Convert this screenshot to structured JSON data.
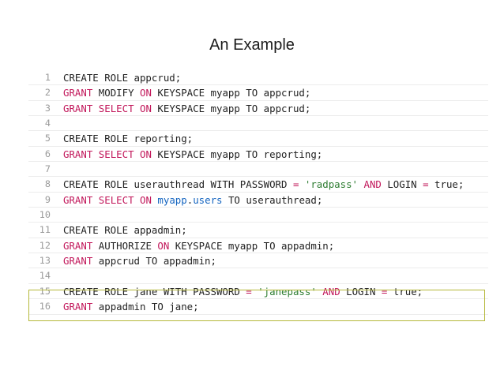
{
  "slide": {
    "title": "An Example"
  },
  "colors": {
    "keyword": "#222222",
    "permission": "#c2185b",
    "string": "#2e7d32",
    "identifier": "#1565c0",
    "highlight_border": "#b5b83a",
    "gutter": "#9a9a9a"
  },
  "code": {
    "highlighted_lines": [
      15,
      16
    ],
    "lines": [
      {
        "num": "1",
        "tokens": [
          {
            "t": "CREATE ROLE appcrud;",
            "k": "plain"
          }
        ]
      },
      {
        "num": "2",
        "tokens": [
          {
            "t": "GRANT",
            "k": "perm"
          },
          {
            "t": " MODIFY ",
            "k": "plain"
          },
          {
            "t": "ON",
            "k": "perm"
          },
          {
            "t": " KEYSPACE myapp TO appcrud;",
            "k": "plain"
          }
        ]
      },
      {
        "num": "3",
        "tokens": [
          {
            "t": "GRANT",
            "k": "perm"
          },
          {
            "t": " ",
            "k": "plain"
          },
          {
            "t": "SELECT",
            "k": "perm"
          },
          {
            "t": " ",
            "k": "plain"
          },
          {
            "t": "ON",
            "k": "perm"
          },
          {
            "t": " KEYSPACE myapp TO appcrud;",
            "k": "plain"
          }
        ]
      },
      {
        "num": "4",
        "tokens": []
      },
      {
        "num": "5",
        "tokens": [
          {
            "t": "CREATE ROLE reporting;",
            "k": "plain"
          }
        ]
      },
      {
        "num": "6",
        "tokens": [
          {
            "t": "GRANT",
            "k": "perm"
          },
          {
            "t": " ",
            "k": "plain"
          },
          {
            "t": "SELECT",
            "k": "perm"
          },
          {
            "t": " ",
            "k": "plain"
          },
          {
            "t": "ON",
            "k": "perm"
          },
          {
            "t": " KEYSPACE myapp TO reporting;",
            "k": "plain"
          }
        ]
      },
      {
        "num": "7",
        "tokens": []
      },
      {
        "num": "8",
        "tokens": [
          {
            "t": "CREATE ROLE userauthread WITH PASSWORD ",
            "k": "plain"
          },
          {
            "t": "=",
            "k": "op"
          },
          {
            "t": " ",
            "k": "plain"
          },
          {
            "t": "'radpass'",
            "k": "str"
          },
          {
            "t": " ",
            "k": "plain"
          },
          {
            "t": "AND",
            "k": "perm"
          },
          {
            "t": " LOGIN ",
            "k": "plain"
          },
          {
            "t": "=",
            "k": "op"
          },
          {
            "t": " true;",
            "k": "plain"
          }
        ]
      },
      {
        "num": "9",
        "tokens": [
          {
            "t": "GRANT",
            "k": "perm"
          },
          {
            "t": " ",
            "k": "plain"
          },
          {
            "t": "SELECT",
            "k": "perm"
          },
          {
            "t": " ",
            "k": "plain"
          },
          {
            "t": "ON",
            "k": "perm"
          },
          {
            "t": " ",
            "k": "plain"
          },
          {
            "t": "myapp",
            "k": "id"
          },
          {
            "t": ".",
            "k": "plain"
          },
          {
            "t": "users",
            "k": "id"
          },
          {
            "t": " TO userauthread;",
            "k": "plain"
          }
        ]
      },
      {
        "num": "10",
        "tokens": []
      },
      {
        "num": "11",
        "tokens": [
          {
            "t": "CREATE ROLE appadmin;",
            "k": "plain"
          }
        ]
      },
      {
        "num": "12",
        "tokens": [
          {
            "t": "GRANT",
            "k": "perm"
          },
          {
            "t": " AUTHORIZE ",
            "k": "plain"
          },
          {
            "t": "ON",
            "k": "perm"
          },
          {
            "t": " KEYSPACE myapp TO appadmin;",
            "k": "plain"
          }
        ]
      },
      {
        "num": "13",
        "tokens": [
          {
            "t": "GRANT",
            "k": "perm"
          },
          {
            "t": " appcrud TO appadmin;",
            "k": "plain"
          }
        ]
      },
      {
        "num": "14",
        "tokens": []
      },
      {
        "num": "15",
        "tokens": [
          {
            "t": "CREATE ROLE jane WITH PASSWORD ",
            "k": "plain"
          },
          {
            "t": "=",
            "k": "op"
          },
          {
            "t": " ",
            "k": "plain"
          },
          {
            "t": "'janepass'",
            "k": "str"
          },
          {
            "t": " ",
            "k": "plain"
          },
          {
            "t": "AND",
            "k": "perm"
          },
          {
            "t": " LOGIN ",
            "k": "plain"
          },
          {
            "t": "=",
            "k": "op"
          },
          {
            "t": " true;",
            "k": "plain"
          }
        ]
      },
      {
        "num": "16",
        "tokens": [
          {
            "t": "GRANT",
            "k": "perm"
          },
          {
            "t": " appadmin TO jane;",
            "k": "plain"
          }
        ]
      }
    ]
  }
}
